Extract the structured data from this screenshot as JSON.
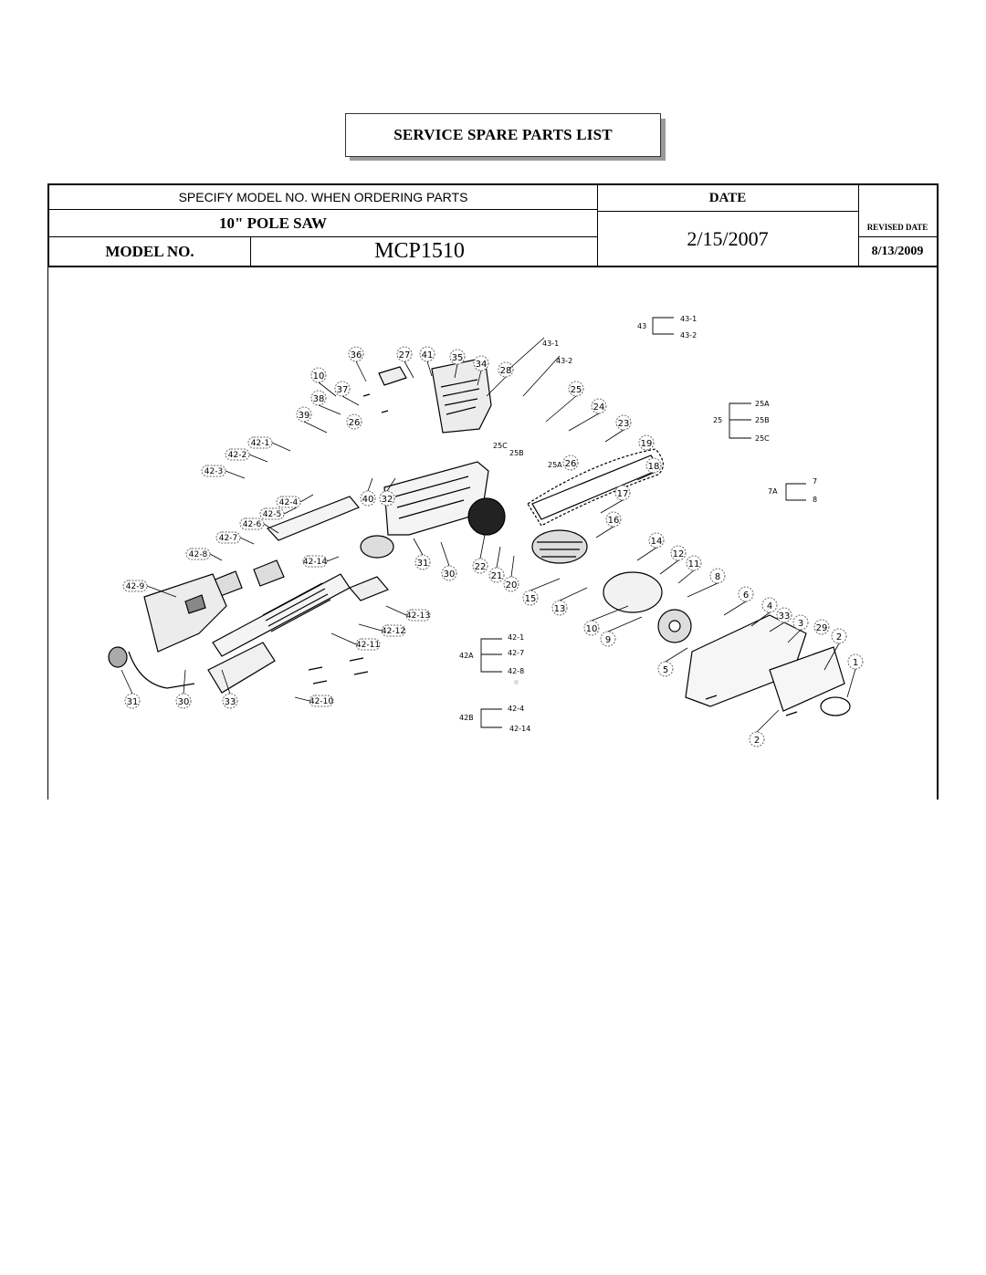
{
  "title": "SERVICE SPARE PARTS LIST",
  "header": {
    "order_note": "SPECIFY MODEL NO. WHEN ORDERING PARTS",
    "date_label": "DATE",
    "product_name": "10\" POLE SAW",
    "date_value": "2/15/2007",
    "revised_date_label": "REVISED DATE",
    "model_label": "MODEL NO.",
    "model_value": "MCP1510",
    "revised_date_value": "8/13/2009"
  },
  "diagram": {
    "part_numbers": [
      "1",
      "2",
      "3",
      "4",
      "5",
      "6",
      "7",
      "8",
      "9",
      "10",
      "11",
      "12",
      "13",
      "14",
      "15",
      "16",
      "17",
      "18",
      "19",
      "20",
      "21",
      "22",
      "23",
      "24",
      "25",
      "26",
      "27",
      "28",
      "29",
      "30",
      "31",
      "32",
      "33",
      "34",
      "35",
      "36",
      "37",
      "38",
      "39",
      "40",
      "41",
      "42-1",
      "42-2",
      "42-3",
      "42-4",
      "42-5",
      "42-6",
      "42-7",
      "42-8",
      "42-9",
      "42-10",
      "42-11",
      "42-12",
      "42-13",
      "42-14"
    ],
    "legend": {
      "g43": {
        "label": "43",
        "items": [
          "43-1",
          "43-2"
        ]
      },
      "g43_pointer": {
        "items": [
          "43-1",
          "43-2"
        ]
      },
      "g25": {
        "label": "25",
        "items": [
          "25A",
          "25B",
          "25C"
        ]
      },
      "g25_inset": {
        "items": [
          "25C",
          "25B",
          "25A"
        ]
      },
      "g7A": {
        "label": "7A",
        "items": [
          "7",
          "8"
        ]
      },
      "g42A": {
        "label": "42A",
        "items": [
          "42-1",
          "42-7",
          "42-8"
        ]
      },
      "g42B": {
        "label": "42B",
        "items": [
          "42-4",
          "42-14"
        ]
      }
    }
  }
}
